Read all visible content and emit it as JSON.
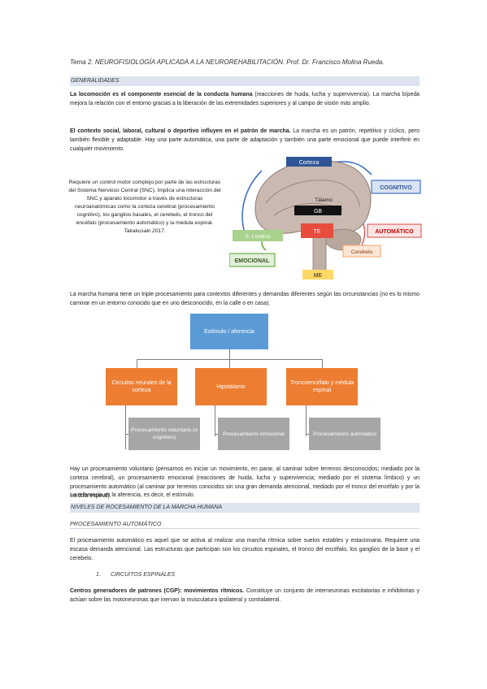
{
  "header": {
    "title": "Tema 2. NEUROFISIOLOGÍA APLICADA A LA NEUROREHABILITACIÓN. Prof. Dr. Francisco Molina Rueda."
  },
  "sections": {
    "generalidades": "GENERALIDADES",
    "niveles": "NIVELES DE ROCESAMIENTO DE LA MARCHA HUMANA",
    "automatico": "PROCESAMIENTO AUTOMÁTICO"
  },
  "paragraphs": {
    "p1_bold": "La locomoción es el componente esencial de la conducta humana",
    "p1_rest": " (reacciones de huida, lucha y supervivencia). La marcha bípeda mejora la relación con el entorno gracias a la liberación de las extremidades superiores y al campo de visión más amplio.",
    "p2_bold": "El contexto social, laboral, cultural o deportivo influyen en el patrón de marcha.",
    "p2_rest": " La marcha es un patrón, repetitivo y cíclico, pero también flexible y adaptable. Hay una parte automática, una parte de adaptación y también una parte emocional que puede interferir en cualquier movimiento.",
    "side_main": "Requiere un control motor complejo por parte de las estructuras del Sistema Nervioso Central (SNC). Implica una interacción del SNC y aparato locomotor a través de estructuras neuroanatómicas como la corteza cerebral (procesamiento cognitivo), los ganglios basales, el cerebelo, el tronco del encéfalo (procesamiento automático) y la médula espinal.",
    "side_cite": " Takakusaki 2017.",
    "p3": "La marcha humana tiene un triple procesamiento para contextos diferentes y demandas diferentes según las circunstancias (no es lo mismo caminar en un entorno conocido que en uno desconocido, en la calle o en casa).",
    "p4": "Hay un procesamiento voluntario (pensamos en iniciar un movimiento, en parar, al caminar sobre terrenos desconocidos; mediado por la corteza cerebral), un procesamiento emocional (reacciones de huida, lucha y supervivencia; mediado por el sistema límbico) y un procesamiento automático (al caminar por terrenos conocidos sin una gran demanda atencional, mediado por el tronco del encéfalo y por la médula espinal).",
    "p5": "La referencia es la aferencia, es decir, el estímulo.",
    "p6": "El procesamiento automático es aquel que se activa al realizar una marcha rítmica sobre suelos estables y estacionaria. Requiere una escasa demanda atencional. Las estructuras que participan son los circuitos espinales, el tronco del encéfalo, los ganglios de la base y el cerebelo.",
    "p7_bold": "Centros generadores de patrones (CGP): movimientos rítmicos.",
    "p7_rest": " Constituye un conjunto de interneuronas excitatorias e inhibitorias y actúan sobre las motoneuronas que inervan la musculatura ipsilateral y contralateral."
  },
  "list": {
    "num": "1.",
    "label": "CIRCUITOS ESPINALES"
  },
  "brain_figure": {
    "corteza": "Corteza",
    "talamo": "Tálamo",
    "gb": "GB",
    "te": "TE",
    "me": "ME",
    "cerebelo": "Cerebelo",
    "limbico": "S. Límbico",
    "cognitivo": "COGNITIVO",
    "automatico": "AUTOMÁTICO",
    "emocional": "EMOCIONAL",
    "colors": {
      "cognitivo": "#4472c4",
      "automatico": "#e06666",
      "emocional": "#70ad47",
      "cerebelo": "#f4b183",
      "limbico": "#a9d18e"
    }
  },
  "flow_diagram": {
    "top": "Estímulo / aferencia",
    "mid": [
      "Circuitos neurales de la corteza",
      "Hipotálamo",
      "Troncoencéfalo y médula espinal"
    ],
    "bottom": [
      "Procesamiento voluntario (o cognitivo)",
      "Procesamiento emocional",
      "Procesamiento automático"
    ]
  }
}
